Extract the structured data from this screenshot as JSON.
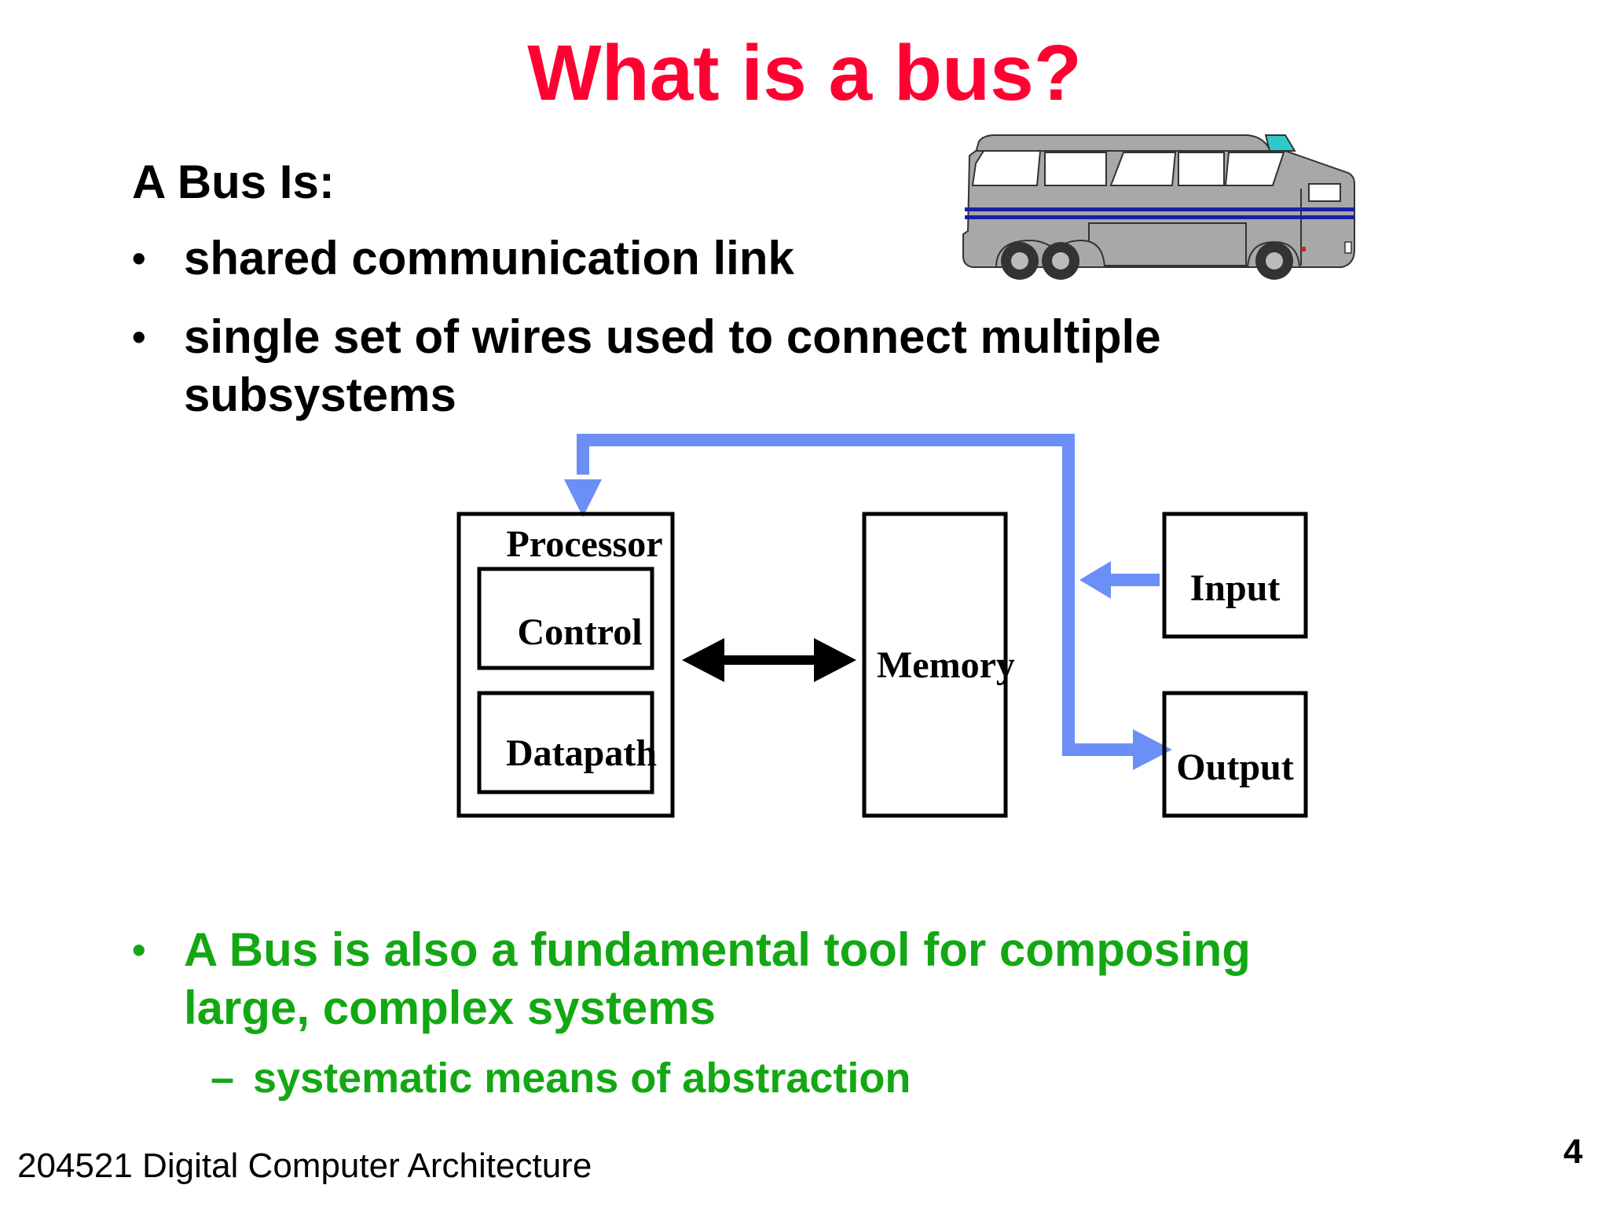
{
  "slide": {
    "title": "What is a bus?",
    "subtitle": "A Bus Is:",
    "bullets": [
      {
        "marker": "•",
        "lines": [
          "shared communication link"
        ]
      },
      {
        "marker": "•",
        "lines": [
          "single set of wires used to connect multiple",
          "subsystems"
        ]
      }
    ],
    "green_bullet": {
      "marker": "•",
      "lines": [
        "A Bus is also a fundamental tool for composing",
        "large, complex systems"
      ]
    },
    "sub_bullet": {
      "marker": "–",
      "text": "systematic means of abstraction"
    },
    "footer": "204521 Digital Computer Architecture",
    "page_number": "4"
  },
  "diagram": {
    "processor_label": "Processor",
    "control_label": "Control",
    "datapath_label": "Datapath",
    "memory_label": "Memory",
    "input_label": "Input",
    "output_label": "Output"
  },
  "colors": {
    "title": "#ff0033",
    "text": "#000000",
    "green": "#13a813",
    "bus_line": "#6b8ff6",
    "bus_body": "#a8a8a8",
    "bus_stripe": "#1b1fa8",
    "bus_windshield": "#2fc9c9"
  },
  "icons": {
    "bus_picture": "bus-icon"
  }
}
